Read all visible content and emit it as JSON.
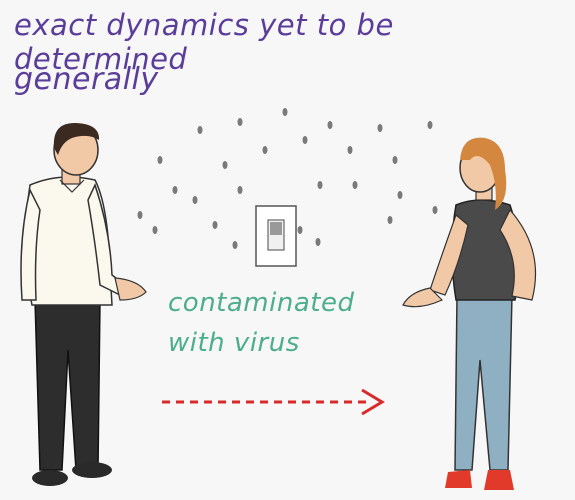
{
  "captions": {
    "line1": "exact dynamics yet to be determined",
    "line2": "generally"
  },
  "label": {
    "line1": "contaminated",
    "line2": "with virus"
  },
  "colors": {
    "caption": "#5a3d9a",
    "label": "#4cae8c",
    "arrow": "#d92a2a",
    "background": "#f7f7f7"
  },
  "icons": [
    "man-figure",
    "woman-figure",
    "light-switch-icon",
    "droplet-icon",
    "arrow-right-icon"
  ]
}
